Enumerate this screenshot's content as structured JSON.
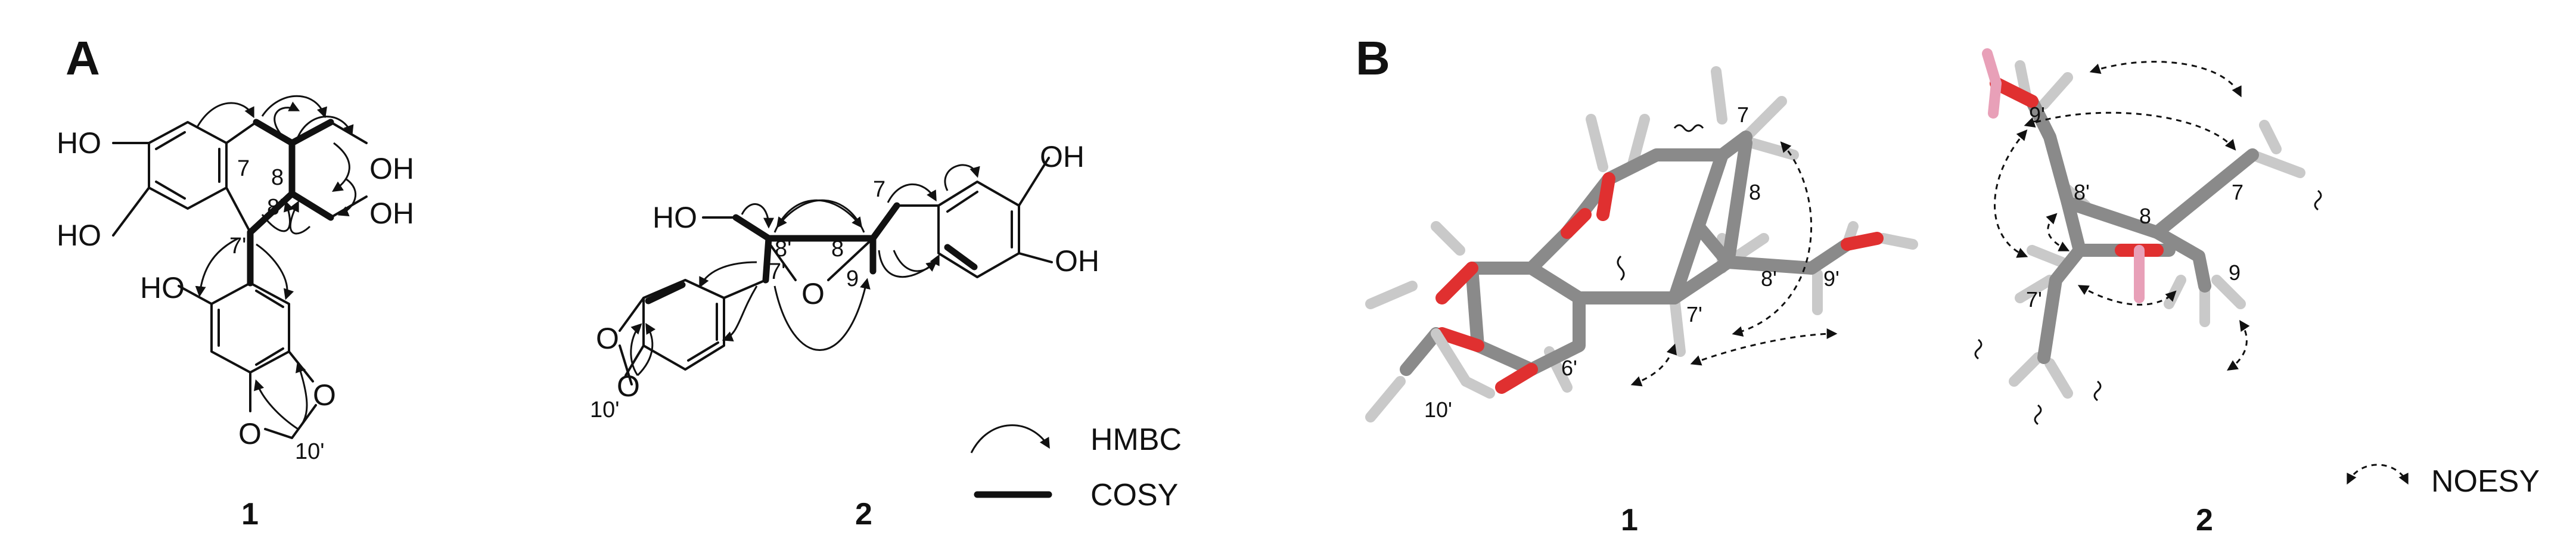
{
  "panel_a": {
    "label": "A",
    "compound1": {
      "number": "1",
      "atoms": {
        "ho1": "HO",
        "ho2": "HO",
        "oh1": "OH",
        "oh2": "OH",
        "ho3": "HO",
        "o1": "O",
        "o2": "O"
      },
      "positions": {
        "p7": "7",
        "p8": "8",
        "p8p": "8'",
        "p7p": "7'",
        "p10p": "10'"
      }
    },
    "compound2": {
      "number": "2",
      "atoms": {
        "ho": "HO",
        "oh1": "OH",
        "oh2": "OH",
        "o_ring": "O",
        "o1": "O",
        "o2": "O"
      },
      "positions": {
        "p7": "7",
        "p8": "8",
        "p8p": "8'",
        "p7p": "7'",
        "p9": "9",
        "p10p": "10'"
      }
    },
    "legend": {
      "hmbc": "HMBC",
      "cosy": "COSY"
    }
  },
  "panel_b": {
    "label": "B",
    "compound1": {
      "number": "1",
      "positions": {
        "p7": "7",
        "p8": "8",
        "p8p": "8'",
        "p7p": "7'",
        "p9p": "9'",
        "p6p": "6'",
        "p10p": "10'"
      }
    },
    "compound2": {
      "number": "2",
      "positions": {
        "p9p": "9'",
        "p8p": "8'",
        "p8": "8",
        "p7": "7",
        "p7p": "7'",
        "p9": "9"
      }
    },
    "legend": {
      "noesy": "NOESY"
    }
  },
  "colors": {
    "carbon": "#8a8a8a",
    "hydrogen": "#c9c9c9",
    "oxygen": "#e03030",
    "hydroxyl_h": "#e8a0b8",
    "ink": "#111111"
  }
}
